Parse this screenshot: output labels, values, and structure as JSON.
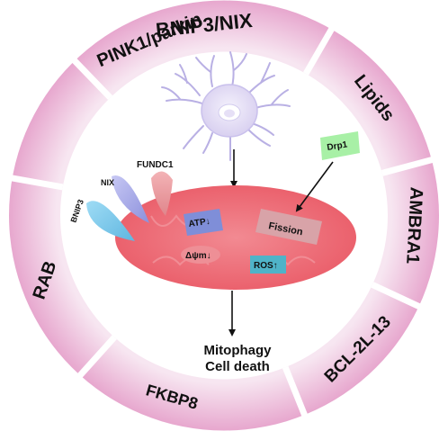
{
  "ring_segments": [
    {
      "label": "BNIP3/NIX"
    },
    {
      "label": "Lipids"
    },
    {
      "label": "AMBRA1"
    },
    {
      "label": "BCL-2L-13"
    },
    {
      "label": "FKBP8"
    },
    {
      "label": "RAB"
    },
    {
      "label": "PINK1/parkin"
    }
  ],
  "receptors": {
    "bnip3": "BNIP3",
    "nix": "NIX",
    "fundc1": "FUNDC1"
  },
  "drp1": "Drp1",
  "mito_labels": {
    "atp": "ATP↓",
    "fission": "Fission",
    "delta_psi": "Δψm↓",
    "ros": "ROS↑"
  },
  "outcome": {
    "line1": "Mitophagy",
    "line2": "Cell death"
  },
  "colors": {
    "ring_outer": "#e8a9cf",
    "ring_inner": "#f6e3f0",
    "mitochondrion": "#f0707a",
    "neuron": "#e6e1f6",
    "atp_box": "#7f8ed8",
    "fission_box": "#d8a3a8",
    "ros_box": "#4fb3c8",
    "drp1_box": "#a8f0a6"
  }
}
